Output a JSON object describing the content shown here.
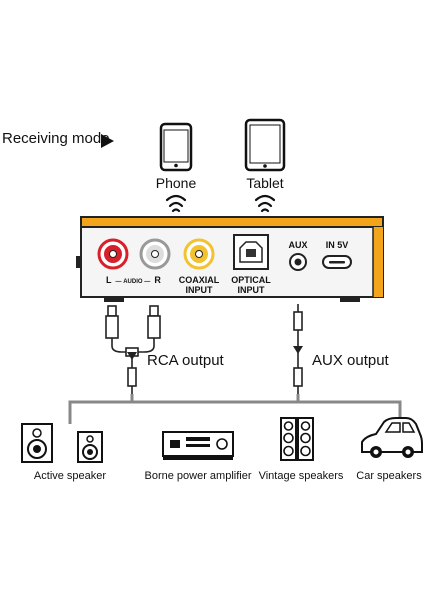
{
  "receiving_mode": {
    "label": "Receiving mode"
  },
  "sources": [
    {
      "label": "Phone",
      "icon": "phone-icon"
    },
    {
      "label": "Tablet",
      "icon": "tablet-icon"
    }
  ],
  "device": {
    "ports": {
      "audio_left": "L",
      "audio_text": "AUDIO",
      "audio_right": "R",
      "coaxial": "COAXIAL",
      "coaxial_sub": "INPUT",
      "optical": "OPTICAL",
      "optical_sub": "INPUT",
      "aux": "AUX",
      "power": "IN 5V"
    },
    "colors": {
      "accent": "#F2A41A",
      "red_jack": "#D8202A",
      "yellow_jack": "#F2C230",
      "body": "#F5F5F5"
    }
  },
  "outputs": {
    "rca": "RCA output",
    "aux": "AUX output"
  },
  "speakers": [
    {
      "label": "Active speaker",
      "icon": "active-speaker-icon"
    },
    {
      "label": "Borne power amplifier",
      "icon": "amplifier-icon"
    },
    {
      "label": "Vintage speakers",
      "icon": "vintage-speaker-icon"
    },
    {
      "label": "Car speakers",
      "icon": "car-icon"
    }
  ]
}
